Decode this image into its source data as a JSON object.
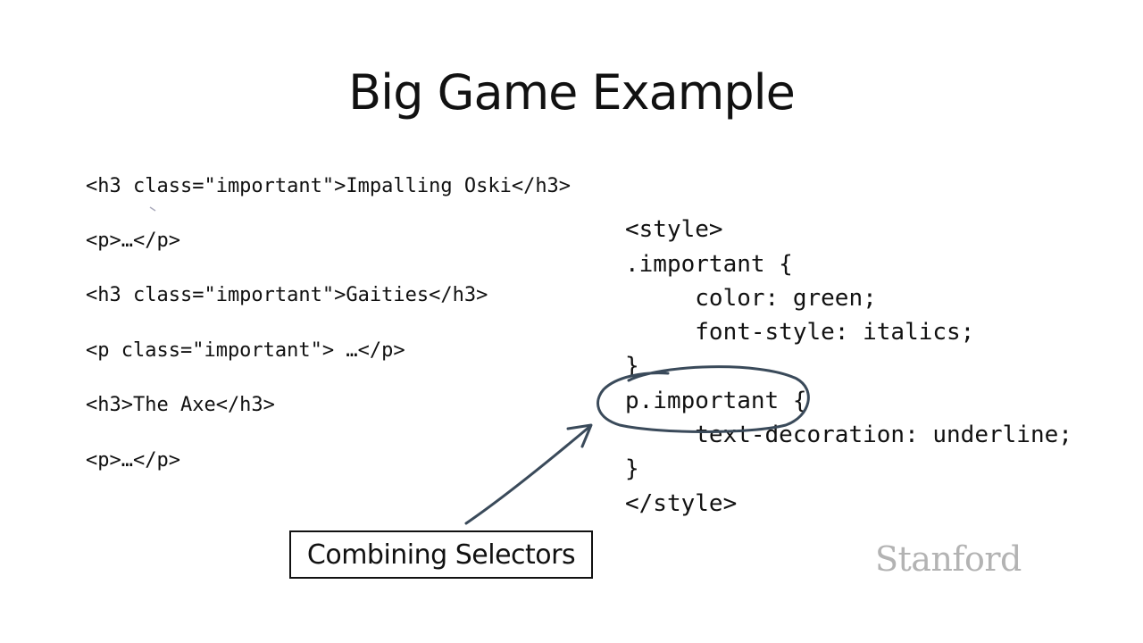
{
  "slide": {
    "title": "Big Game Example",
    "html_lines": [
      "<h3 class=\"important\">Impalling Oski</h3>",
      "<p>…</p>",
      "<h3 class=\"important\">Gaities</h3>",
      "<p class=\"important\"> …</p>",
      "<h3>The Axe</h3>",
      "<p>…</p>"
    ],
    "css_lines": [
      "<style>",
      ".important {",
      "     color: green;",
      "     font-style: italics;",
      "}",
      "p.important {",
      "     text-decoration: underline;",
      "}",
      "</style>"
    ],
    "callout": "Combining Selectors",
    "logo": "Stanford"
  },
  "colors": {
    "text": "#111111",
    "ink": "#3a4a5a",
    "logo": "#b3b3b3"
  }
}
